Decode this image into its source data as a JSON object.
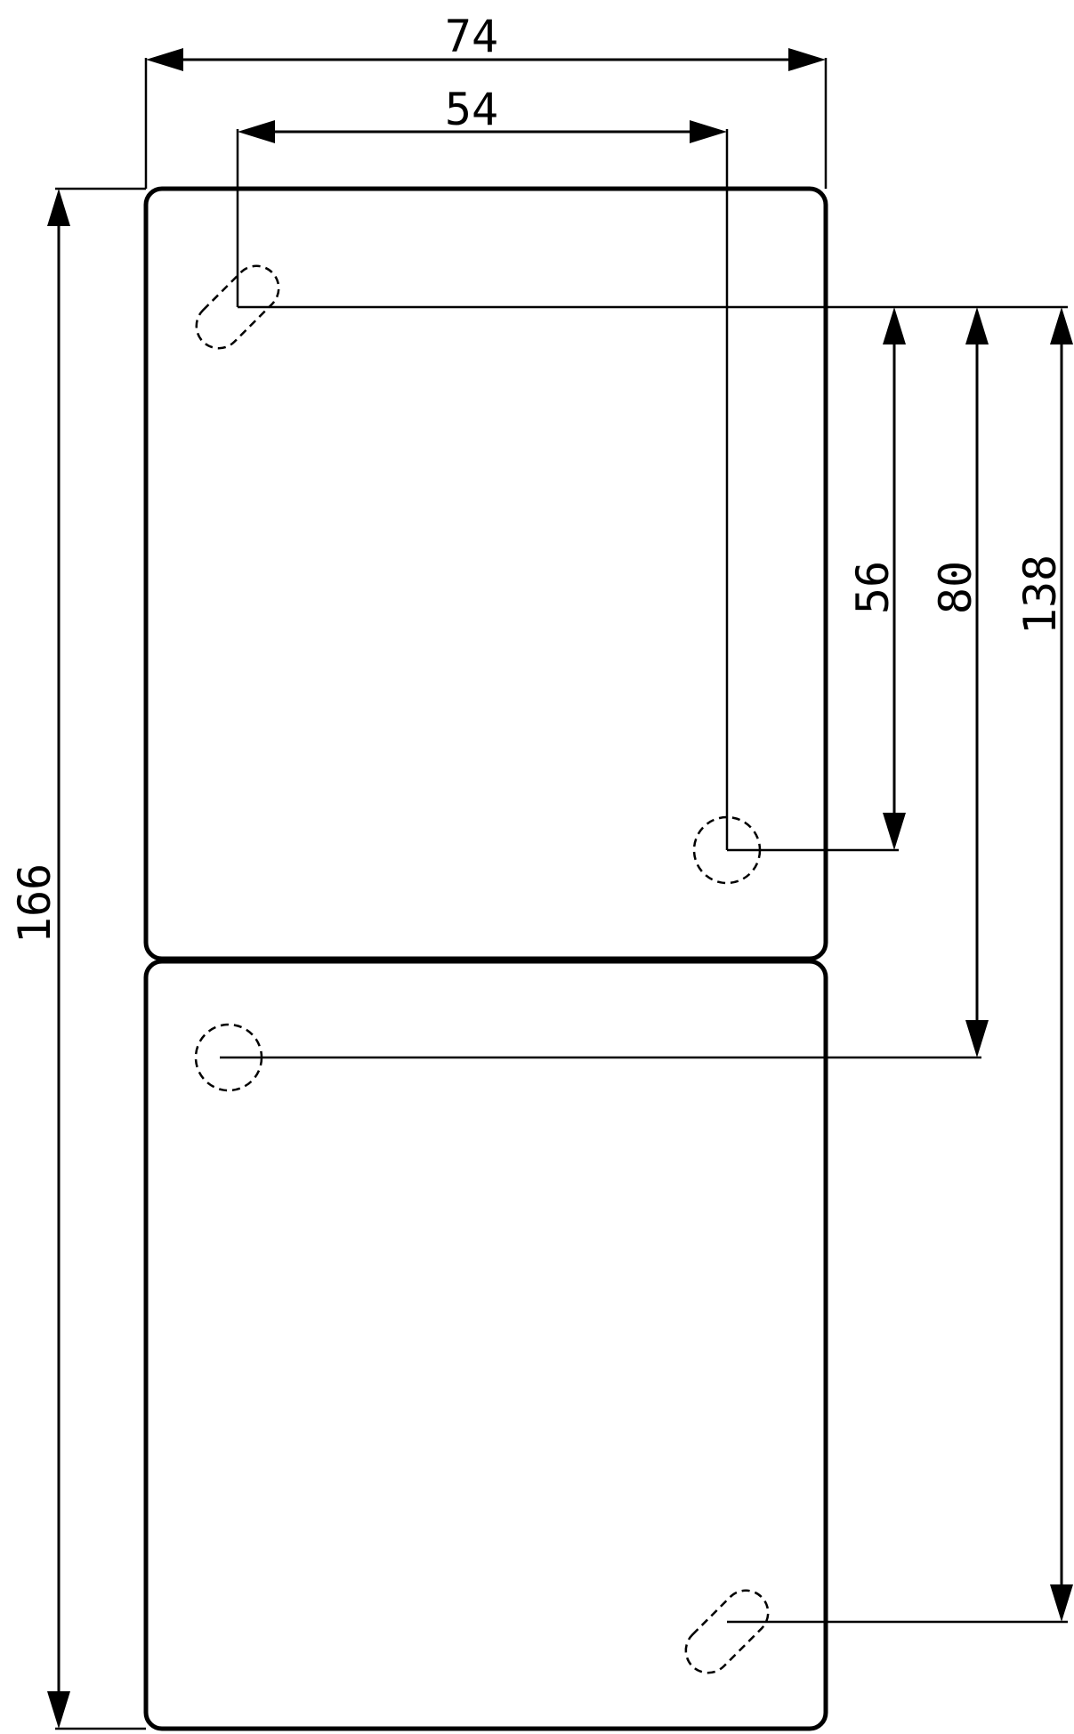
{
  "dimensions": {
    "overall_width": "74",
    "hole_spacing_width": "54",
    "overall_height": "166",
    "vertical_56": "56",
    "vertical_80": "80",
    "vertical_138": "138"
  },
  "colors": {
    "stroke": "#000000",
    "background": "#ffffff"
  }
}
